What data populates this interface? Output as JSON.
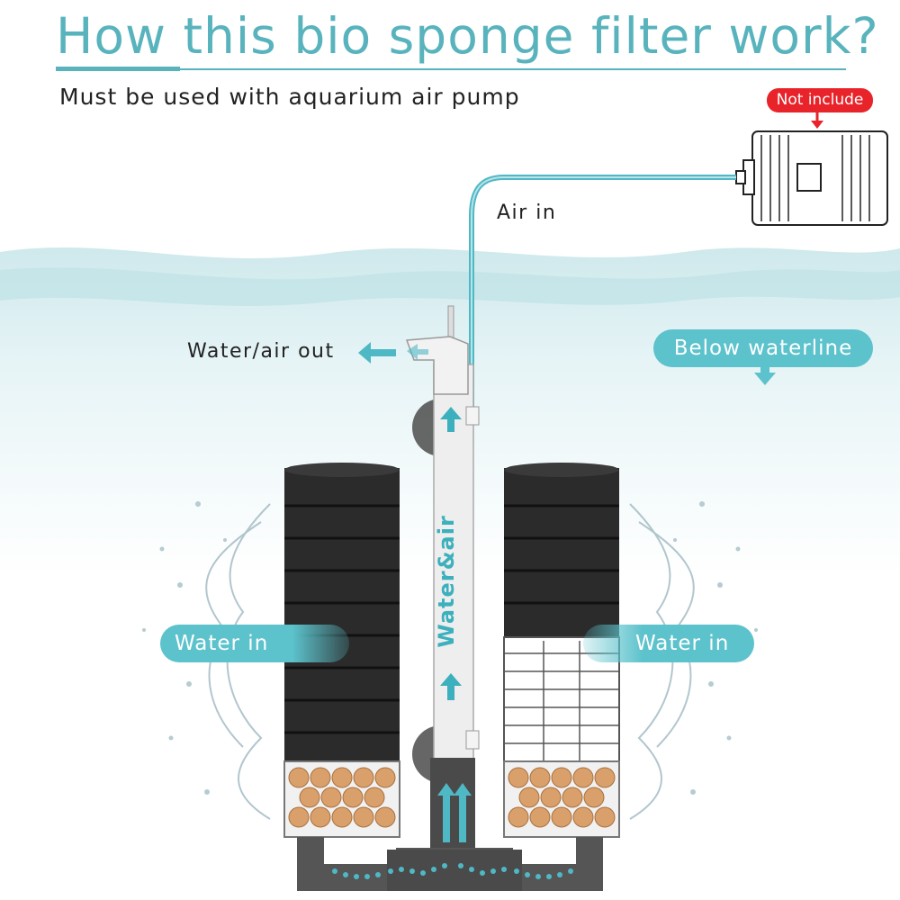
{
  "title": "How this bio sponge filter work?",
  "subtitle": "Must be used with aquarium air pump",
  "badges": {
    "not_include": "Not include"
  },
  "labels": {
    "air_in": "Air in",
    "water_air_out": "Water/air out",
    "below_waterline": "Below waterline",
    "water_in_left": "Water in",
    "water_in_right": "Water in",
    "tube_text": "Water&air"
  },
  "colors": {
    "accent": "#58b3bd",
    "pill": "#5cc2cc",
    "badge": "#e8232a",
    "sponge": "#2b2b2b",
    "ceramic_balls": "#d9a06b"
  },
  "icons": [
    "air-pump-icon",
    "arrow-down-icon",
    "arrow-left-icon",
    "arrow-up-icon",
    "water-splash-icon"
  ]
}
